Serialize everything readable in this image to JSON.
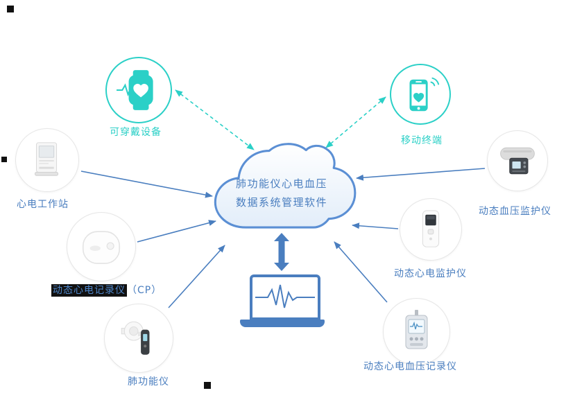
{
  "cloud": {
    "line1": "肺功能仪心电血压",
    "line2": "数据系统管理软件"
  },
  "nodes": {
    "wearable": {
      "label": "可穿戴设备"
    },
    "mobile": {
      "label": "移动终端"
    },
    "workstation": {
      "label": "心电工作站"
    },
    "holter_cp": {
      "label_highlight": "动态心电记录仪",
      "label_rest": "（CP）"
    },
    "spirometer": {
      "label": "肺功能仪"
    },
    "abp_monitor": {
      "label": "动态血压监护仪"
    },
    "holter_monitor": {
      "label": "动态心电监护仪"
    },
    "ecg_bp_recorder": {
      "label": "动态心电血压记录仪"
    }
  },
  "icons": {
    "wearable": "smartwatch-icon",
    "mobile": "smartphone-icon"
  },
  "colors": {
    "teal": "#2bd0c7",
    "blue": "#4a7ebf",
    "cloud_border": "#5b8fd4"
  }
}
